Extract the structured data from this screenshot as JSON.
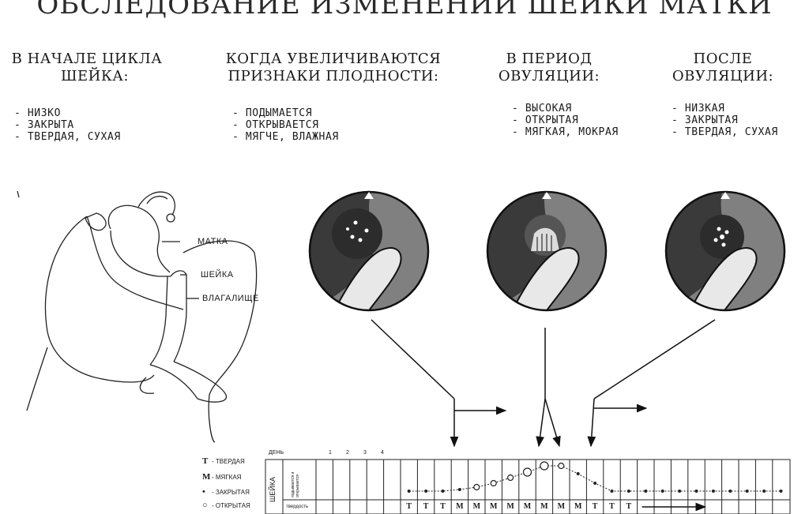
{
  "title": "ОБСЛЕДОВАНИЕ ИЗМЕНЕНИЙ ШЕЙКИ МАТКИ",
  "phases": [
    {
      "heading": [
        "В НАЧАЛЕ ЦИКЛА",
        "ШЕЙКА:"
      ],
      "attributes": [
        "НИЗКО",
        "ЗАКРЫТА",
        "ТВЕРДАЯ, СУХАЯ"
      ]
    },
    {
      "heading": [
        "КОГДА УВЕЛИЧИВАЮТСЯ",
        "ПРИЗНАКИ ПЛОДНОСТИ:"
      ],
      "attributes": [
        "ПОДЫМАЕТСЯ",
        "ОТКРЫВАЕТСЯ",
        "МЯГЧЕ, ВЛАЖНАЯ"
      ]
    },
    {
      "heading": [
        "В ПЕРИОД",
        "ОВУЛЯЦИИ:"
      ],
      "attributes": [
        "ВЫСОКАЯ",
        "ОТКРЫТАЯ",
        "МЯГКАЯ, МОКРАЯ"
      ]
    },
    {
      "heading": [
        "ПОСЛЕ",
        "ОВУЛЯЦИИ:"
      ],
      "attributes": [
        "НИЗКАЯ",
        "ЗАКРЫТАЯ",
        "ТВЕРДАЯ, СУХАЯ"
      ]
    }
  ],
  "anatomy_labels": {
    "uterus": "МАТКА",
    "cervix": "ШЕЙКА",
    "vagina": "ВЛАГАЛИЩЕ"
  },
  "chart": {
    "legend": [
      {
        "symbol": "Т",
        "label": "- ТВЕРДАЯ"
      },
      {
        "symbol": "М",
        "label": "- МЯГКАЯ"
      },
      {
        "symbol": "•",
        "label": "- ЗАКРЫТАЯ"
      },
      {
        "symbol": "○",
        "label": "- ОТКРЫТАЯ"
      }
    ],
    "row_label": "ШЕЙКА",
    "sub_label_top": "подымается и открывается",
    "sub_label_bottom": "твердость",
    "day_label": "ДЕНЬ",
    "day_numbers": [
      "1",
      "2",
      "3",
      "4"
    ],
    "firmness": [
      "Т",
      "Т",
      "Т",
      "М",
      "М",
      "М",
      "М",
      "М",
      "М",
      "М",
      "М",
      "Т",
      "Т",
      "Т"
    ]
  }
}
